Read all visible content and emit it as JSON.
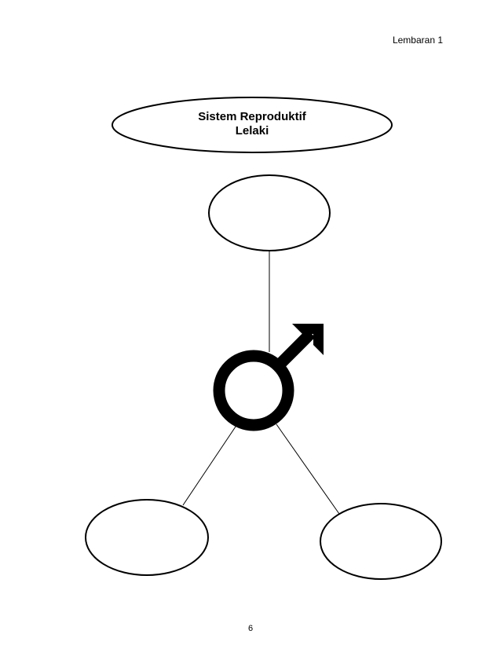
{
  "header": {
    "sheet_label": "Lembaran 1"
  },
  "diagram": {
    "title_line1": "Sistem Reproduktif",
    "title_line2": "Lelaki",
    "center_symbol": "male-symbol-icon",
    "colors": {
      "stroke": "#000000",
      "fill": "#ffffff"
    }
  },
  "footer": {
    "page_number": "6"
  }
}
